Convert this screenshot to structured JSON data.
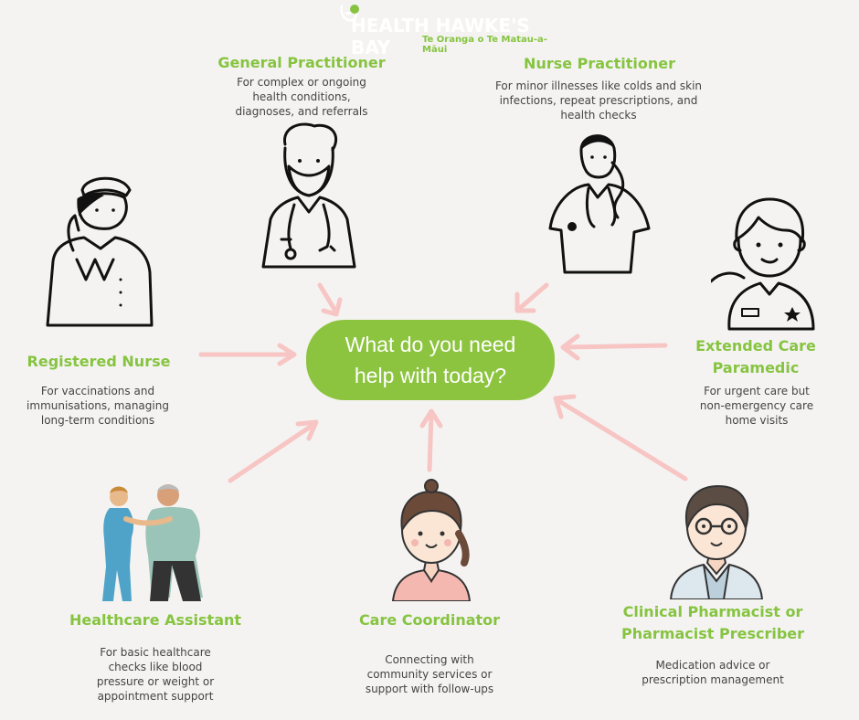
{
  "logo": {
    "title": "HEALTH HAWKE'S BAY",
    "subtitle": "Te Oranga o Te Matau-a-Māui"
  },
  "center": {
    "line1": "What do you need",
    "line2": "help with today?"
  },
  "roles": {
    "gp": {
      "title": "General Practitioner",
      "desc": [
        "For complex or ongoing",
        "health conditions,",
        "diagnoses, and referrals"
      ]
    },
    "np": {
      "title": "Nurse Practitioner",
      "desc": [
        "For minor illnesses like colds and skin",
        "infections, repeat prescriptions, and",
        "health checks"
      ]
    },
    "rn": {
      "title": "Registered Nurse",
      "desc": [
        "For vaccinations and",
        "immunisations, managing",
        "long-term conditions"
      ]
    },
    "ecp": {
      "title1": "Extended Care",
      "title2": "Paramedic",
      "desc": [
        "For urgent care but",
        "non-emergency care",
        "home visits"
      ]
    },
    "ha": {
      "title": "Healthcare Assistant",
      "desc": [
        "For basic healthcare",
        "checks like blood",
        "pressure or weight or",
        "appointment support"
      ]
    },
    "cc": {
      "title": "Care Coordinator",
      "desc": [
        "Connecting with",
        "community services or",
        "support with follow-ups"
      ]
    },
    "cp": {
      "title1": "Clinical Pharmacist or",
      "title2": "Pharmacist Prescriber",
      "desc": [
        "Medication advice or",
        "prescription management"
      ]
    }
  },
  "colors": {
    "accent": "#8cc43f",
    "title": "#86c440",
    "arrow": "#f7c5c3",
    "background": "#f4f3f1"
  }
}
